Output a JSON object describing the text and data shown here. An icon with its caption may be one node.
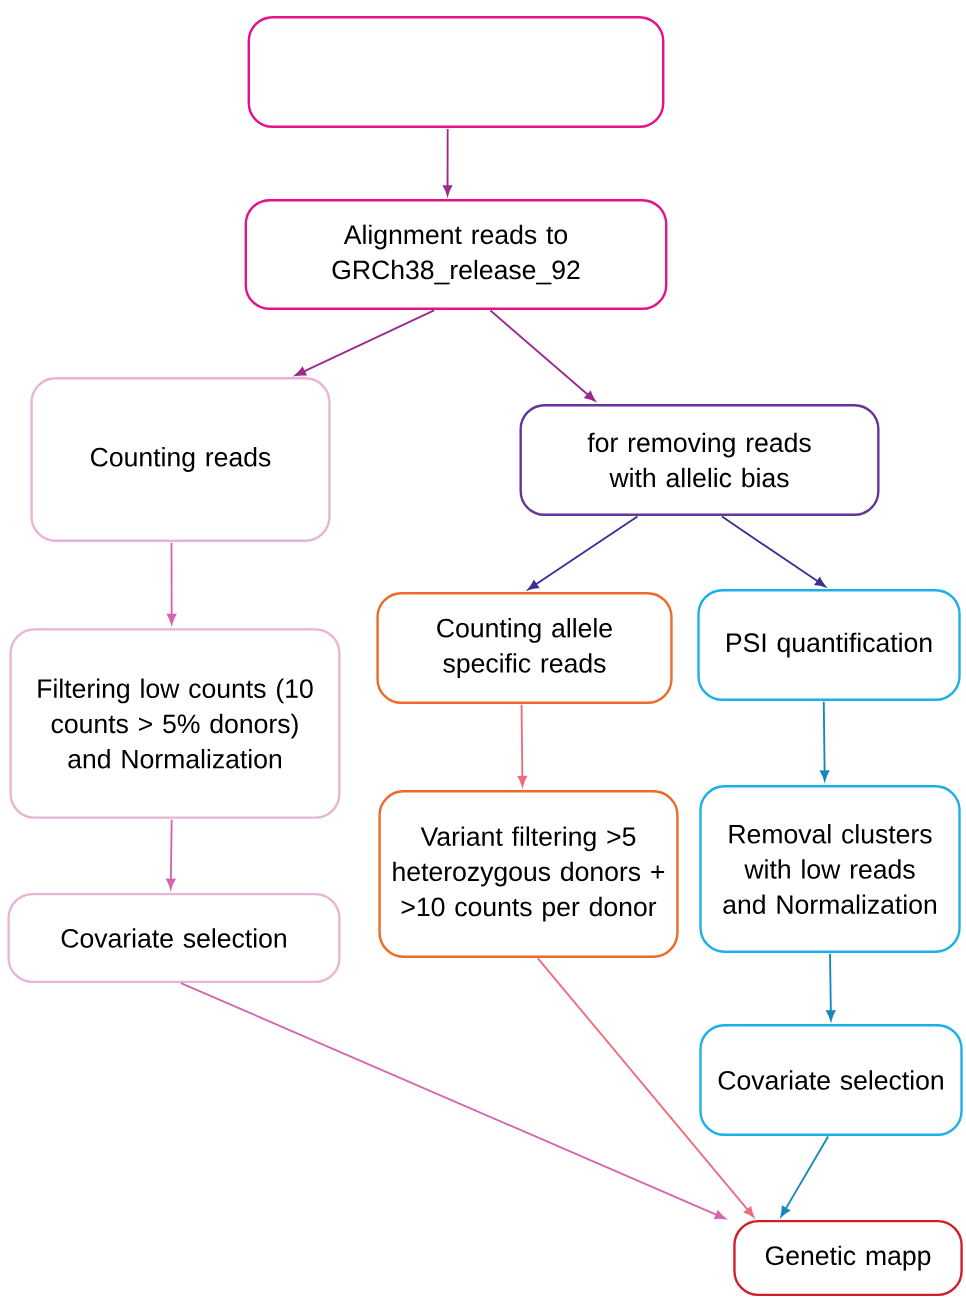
{
  "diagram": {
    "nodes": [
      {
        "text": [],
        "shape": "box"
      },
      {
        "text": [
          "Alignment reads to GRCh38_release_92"
        ]
      },
      {
        "text": [
          "Counting reads"
        ]
      },
      {
        "text": [
          "for removing reads with allelic bias"
        ]
      },
      {
        "text": [
          "Counting allele specific reads"
        ]
      },
      {
        "text": [
          "PSI quantification"
        ]
      },
      {
        "text": [
          "Filtering low counts (10 counts > 5% donors) and Normalization"
        ]
      },
      {
        "text": [
          "Variant filtering >5 heterozygous donors + >10 counts per donor"
        ]
      },
      {
        "text": [
          "Removal clusters with low reads and Normalization"
        ]
      },
      {
        "text": [
          "Covariate selection"
        ]
      },
      {
        "text": [
          "Covariate selection"
        ]
      },
      {
        "text": [
          "Genetic mapp"
        ]
      }
    ],
    "edges": [
      {
        "from": 0,
        "to": 1,
        "arrow": "to",
        "color": "#9b2a8e"
      },
      {
        "from": 1,
        "to": 2,
        "arrow": "to",
        "color": "#9b2a8e"
      },
      {
        "from": 1,
        "to": 3,
        "arrow": "to",
        "color": "#9b2a8e"
      },
      {
        "from": 2,
        "to": 6,
        "arrow": "to",
        "color": "#d466b0"
      },
      {
        "from": 3,
        "to": 4,
        "arrow": "to",
        "color": "#3c2f92"
      },
      {
        "from": 3,
        "to": 5,
        "arrow": "to",
        "color": "#3c2f92"
      },
      {
        "from": 4,
        "to": 7,
        "arrow": "to",
        "color": "#ef6b7b"
      },
      {
        "from": 5,
        "to": 8,
        "arrow": "to",
        "color": "#1488b8"
      },
      {
        "from": 6,
        "to": 9,
        "arrow": "to",
        "color": "#d466b0"
      },
      {
        "from": 8,
        "to": 10,
        "arrow": "to",
        "color": "#1488b8"
      },
      {
        "from": 9,
        "to": 11,
        "arrow": "to",
        "color": "#d466b0"
      },
      {
        "from": 7,
        "to": 11,
        "arrow": "to",
        "color": "#ef6b7b"
      },
      {
        "from": 10,
        "to": 11,
        "arrow": "to",
        "color": "#1488b8"
      }
    ]
  }
}
